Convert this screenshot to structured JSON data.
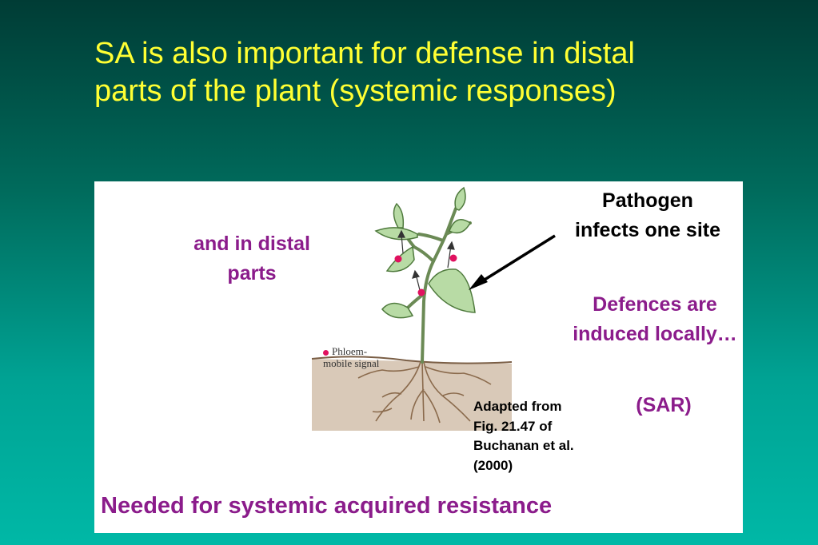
{
  "slide": {
    "title": "SA is also important for defense in distal parts of the plant (systemic responses)"
  },
  "figure": {
    "distal_label": "and in distal parts",
    "pathogen_label": "Pathogen infects one site",
    "defences_label": "Defences are induced locally…",
    "sar_label": "(SAR)",
    "phloem_label": "Phloem-\nmobile signal",
    "citation": "Adapted from\nFig. 21.47 of\nBuchanan et al.\n(2000)",
    "caption": "Needed for systemic acquired resistance"
  },
  "colors": {
    "title": "#ffff33",
    "accent_purple": "#8b1c8b",
    "leaf": "#b8dba5",
    "signal_dot": "#e0115f",
    "soil": "#d9c9b8"
  }
}
